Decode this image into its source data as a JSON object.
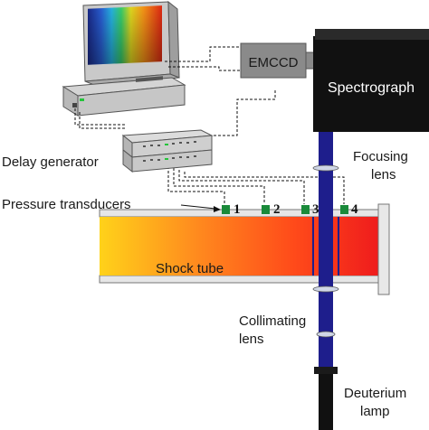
{
  "labels": {
    "emccd": "EMCCD",
    "spectrograph": "Spectrograph",
    "delay_generator": "Delay generator",
    "pressure_transducers": "Pressure transducers",
    "focusing_lens_1": "Focusing",
    "focusing_lens_2": "lens",
    "shock_tube": "Shock tube",
    "collimating_lens_1": "Collimating",
    "collimating_lens_2": "lens",
    "deuterium_lamp_1": "Deuterium",
    "deuterium_lamp_2": "lamp"
  },
  "transducers": [
    {
      "number": "1"
    },
    {
      "number": "2"
    },
    {
      "number": "3"
    },
    {
      "number": "4"
    }
  ],
  "colors": {
    "tube_gradient": [
      "#ffd21a",
      "#ff8a1e",
      "#ff4a1a",
      "#ef1c1c"
    ],
    "beam": "#1e1e8c",
    "transducer": "#1a8a3a",
    "device_dark": "#111111",
    "emccd_fill": "#8a8a8a"
  }
}
